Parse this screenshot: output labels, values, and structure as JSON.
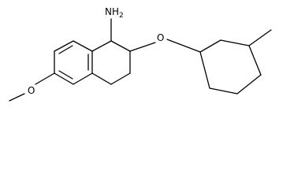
{
  "molecule": {
    "atoms": {
      "amine": "NH",
      "amine_subscript": "2",
      "ether_oxygen": "O",
      "methoxy_oxygen": "O"
    }
  }
}
